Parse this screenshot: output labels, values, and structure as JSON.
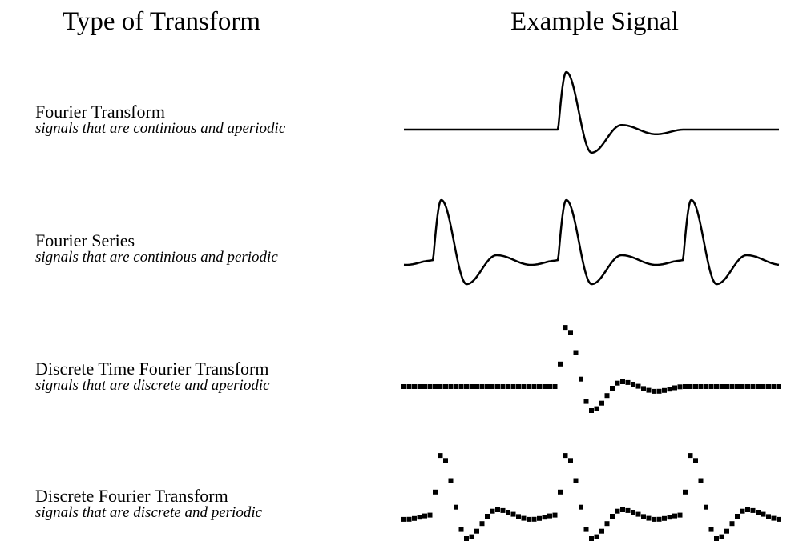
{
  "header": {
    "left_title": "Type of Transform",
    "right_title": "Example Signal"
  },
  "rows": [
    {
      "title": "Fourier Transform",
      "description": "signals that are continious and aperiodic",
      "signal": "continuous-aperiodic"
    },
    {
      "title": "Fourier Series",
      "description": "signals that are continious and periodic",
      "signal": "continuous-periodic"
    },
    {
      "title": "Discrete Time Fourier Transform",
      "description": "signals that are discrete and aperiodic",
      "signal": "discrete-aperiodic"
    },
    {
      "title": "Discrete Fourier Transform",
      "description": "signals that are discrete and periodic",
      "signal": "discrete-periodic"
    }
  ],
  "colors": {
    "ink": "#000000",
    "background": "#ffffff"
  }
}
